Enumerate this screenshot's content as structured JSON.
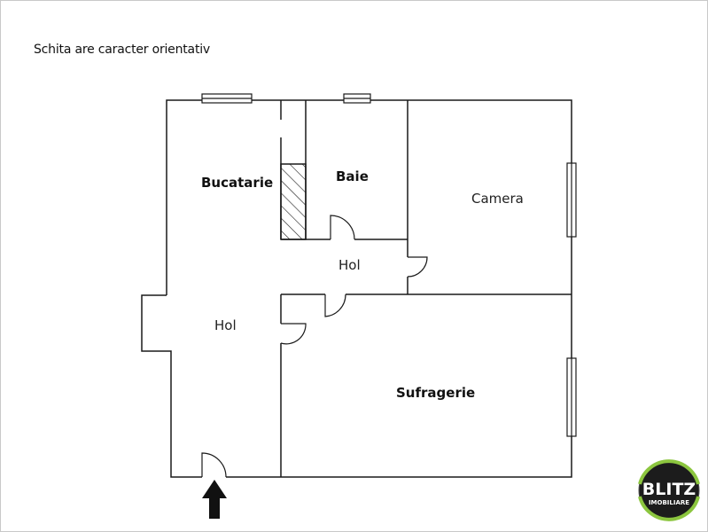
{
  "note": "Schita are caracter orientativ",
  "rooms": {
    "kitchen": "Bucatarie",
    "bath": "Baie",
    "bedroom": "Camera",
    "hall_center": "Hol",
    "hall_left": "Hol",
    "living": "Sufragerie"
  },
  "logo": {
    "name": "BLITZ",
    "sub": "IMOBILIARE"
  }
}
